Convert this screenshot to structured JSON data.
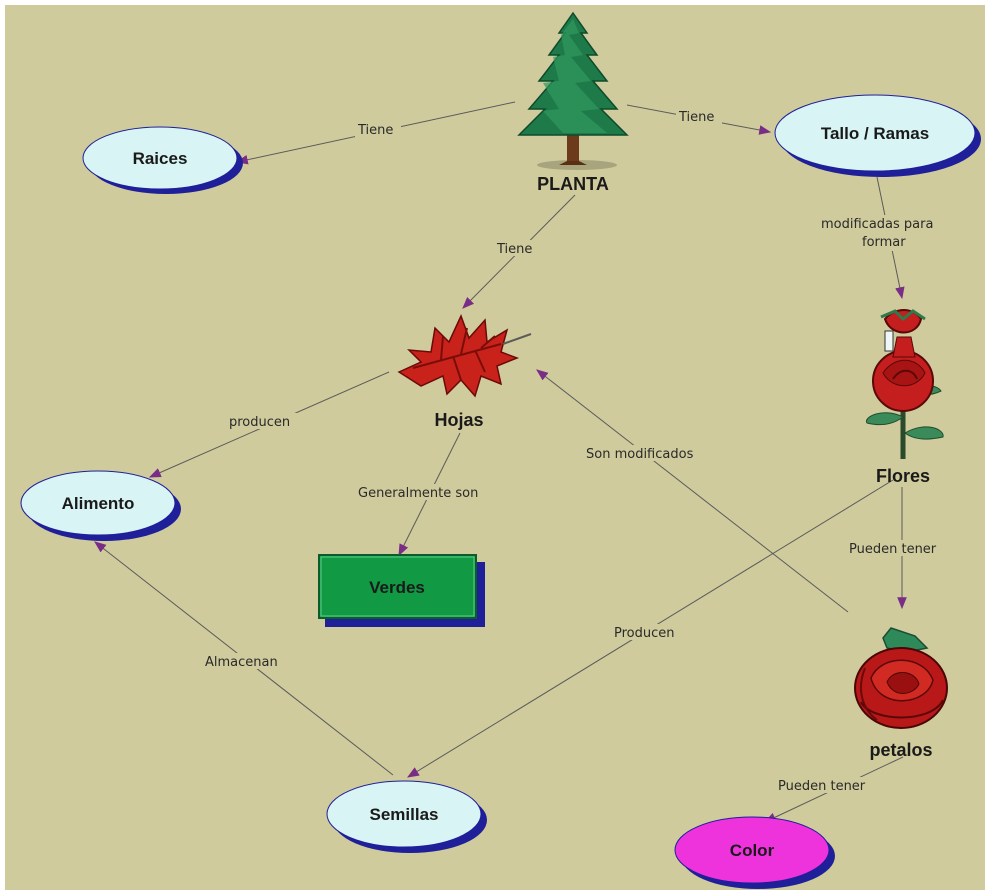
{
  "diagram": {
    "nodes": {
      "planta": "PLANTA",
      "raices": "Raices",
      "tallo": "Tallo / Ramas",
      "hojas": "Hojas",
      "flores": "Flores",
      "alimento": "Alimento",
      "verdes": "Verdes",
      "petalos": "petalos",
      "semillas": "Semillas",
      "color": "Color"
    },
    "links": {
      "planta_raices": "Tiene",
      "planta_tallo": "Tiene",
      "planta_hojas": "Tiene",
      "tallo_flores_1": "modificadas para",
      "tallo_flores_2": "formar",
      "hojas_alimento": "producen",
      "hojas_verdes": "Generalmente son",
      "petalos_hojas": "Son modificados",
      "flores_petalos": "Pueden tener",
      "flores_semillas": "Producen",
      "semillas_alimento": "Almacenan",
      "petalos_color": "Pueden tener"
    },
    "colors": {
      "background": "#cfcb9c",
      "ellipse_fill": "#d8f4f4",
      "ellipse_shadow": "#1f1f9a",
      "verdes_fill": "#119944",
      "color_fill": "#ee33dd",
      "arrow": "#7a2d86",
      "line": "#5b5b5b"
    },
    "icons": [
      "tree-icon",
      "leaf-icon",
      "rose-flower-icon",
      "rose-icon"
    ]
  }
}
